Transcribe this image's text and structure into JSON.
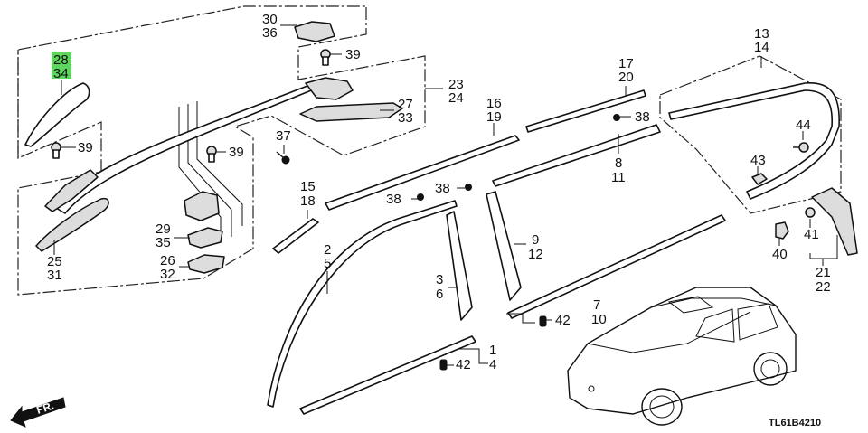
{
  "diagram": {
    "title_code": "TL61B4210",
    "front_indicator": "FR.",
    "highlight_color": "#5cd65c",
    "highlighted_part": [
      "28",
      "34"
    ],
    "callouts": {
      "p28_34": [
        "28",
        "34"
      ],
      "p30_36": [
        "30",
        "36"
      ],
      "p39_a": "39",
      "p39_b": "39",
      "p39_c": "39",
      "p23_24": [
        "23",
        "24"
      ],
      "p27_33": [
        "27",
        "33"
      ],
      "p37": "37",
      "p25_31": [
        "25",
        "31"
      ],
      "p29_35": [
        "29",
        "35"
      ],
      "p26_32": [
        "26",
        "32"
      ],
      "p15_18": [
        "15",
        "18"
      ],
      "p16_19": [
        "16",
        "19"
      ],
      "p17_20": [
        "17",
        "20"
      ],
      "p38_a": "38",
      "p38_b": "38",
      "p38_c": "38",
      "p8_11": [
        "8",
        "11"
      ],
      "p13_14": [
        "13",
        "14"
      ],
      "p44": "44",
      "p43": "43",
      "p2_5": [
        "2",
        "5"
      ],
      "p3_6": [
        "3",
        "6"
      ],
      "p9_12": [
        "9",
        "12"
      ],
      "p7_10": [
        "7",
        "10"
      ],
      "p42_a": "42",
      "p1_4": [
        "1",
        "4"
      ],
      "p42_b": "42",
      "p40": "40",
      "p41": "41",
      "p21_22": [
        "21",
        "22"
      ]
    }
  }
}
